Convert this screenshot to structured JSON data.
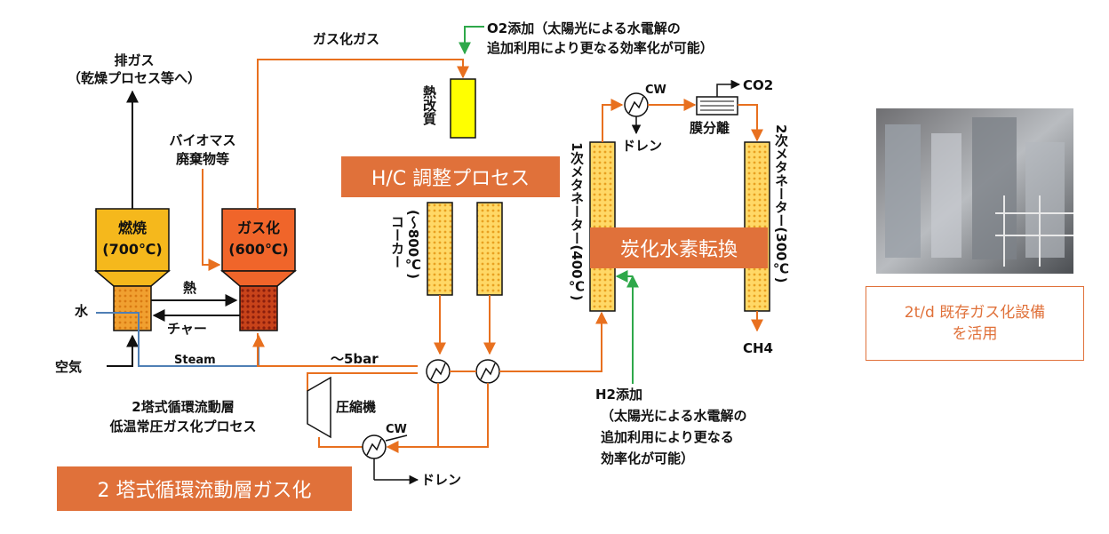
{
  "labels": {
    "exhaust_line1": "排ガス",
    "exhaust_line2": "（乾燥プロセス等へ）",
    "biomass_line1": "バイオマス",
    "biomass_line2": "廃棄物等",
    "combustor_line1": "燃焼",
    "combustor_line2": "(700℃)",
    "gasifier_line1": "ガス化",
    "gasifier_line2": "(600℃)",
    "heat": "熱",
    "char": "チャー",
    "water": "水",
    "air": "空気",
    "steam": "Steam",
    "process_line1": "2塔式循環流動層",
    "process_line2": "低温常圧ガス化プロセス",
    "gasified_gas": "ガス化ガス",
    "o2_add_main": "O2添加（太陽光による水電解の",
    "o2_add_line2": "追加利用により更なる効率化が可能）",
    "thermal_reformer": "熱改質",
    "coker": "コーカー",
    "coker_temp": "(～800℃)",
    "pressure": "～5bar",
    "compressor": "圧縮機",
    "cw1": "CW",
    "cw2": "CW",
    "drain1": "ドレン",
    "drain2": "ドレン",
    "membrane": "膜分離",
    "co2": "CO2",
    "methanator1": "1次メタネーター(400℃)",
    "methanator2": "2次メタネーター(300℃)",
    "ch4": "CH4",
    "h2_add": "H2添加",
    "h2_line2": "（太陽光による水電解の",
    "h2_line3": "追加利用により更なる",
    "h2_line4": "効率化が可能）"
  },
  "banners": {
    "hc_adjust": "H/C 調整プロセス",
    "hydrocarbon": "炭化水素転換",
    "gasification": "2 塔式循環流動層ガス化"
  },
  "photo": {
    "caption_line1": "2t/d 既存ガス化設備",
    "caption_line2": "を活用"
  },
  "colors": {
    "orange_line": "#e8701f",
    "green_line": "#2ea84a",
    "steel_line": "#4f7fb5",
    "combustor_fill": "#f5b81c",
    "gasifier_fill": "#f0652a",
    "reformer_fill": "#ffff00",
    "banner": "#e0713a"
  }
}
